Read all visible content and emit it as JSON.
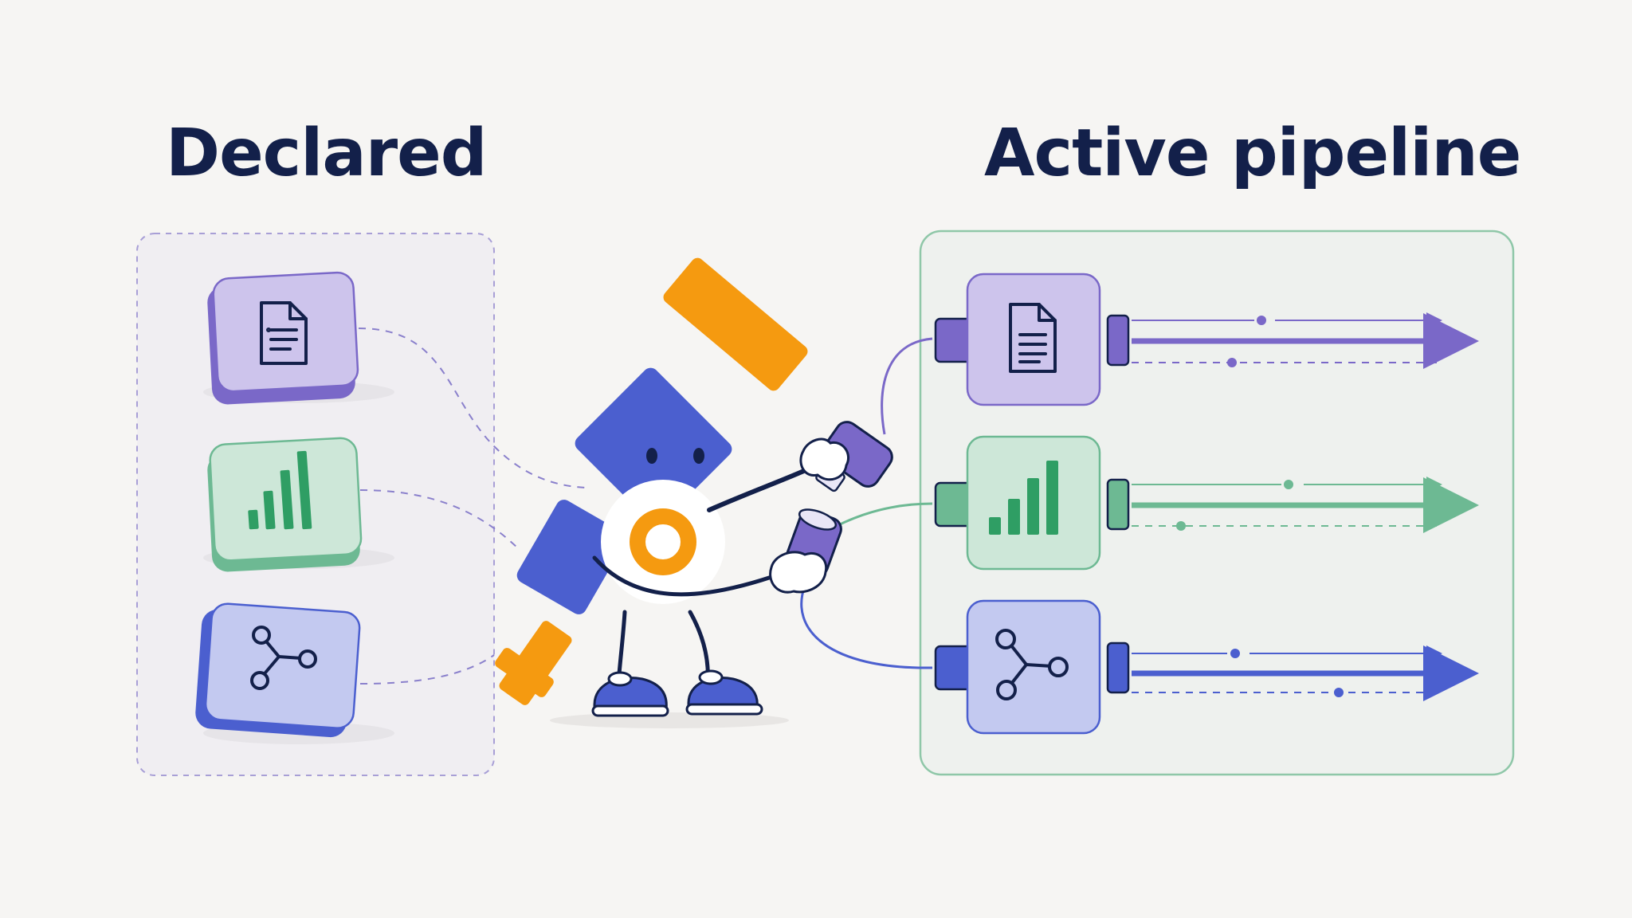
{
  "headings": {
    "declared": "Declared",
    "active": "Active pipeline"
  },
  "plugins": [
    {
      "id": "document",
      "icon": "document-icon",
      "color": "#7a68c8",
      "fill": "#cdc4ec"
    },
    {
      "id": "chart",
      "icon": "bar-chart-icon",
      "color": "#6db993",
      "fill": "#cde7d8"
    },
    {
      "id": "graph",
      "icon": "share-nodes-icon",
      "color": "#4b5fcf",
      "fill": "#c3c9f0"
    }
  ],
  "colors": {
    "background": "#f6f5f3",
    "ink": "#13204a",
    "purple": "#7a68c8",
    "green": "#6db993",
    "blue": "#4b5fcf",
    "orange": "#f59a10",
    "robot_blue": "#4b5fcf"
  }
}
